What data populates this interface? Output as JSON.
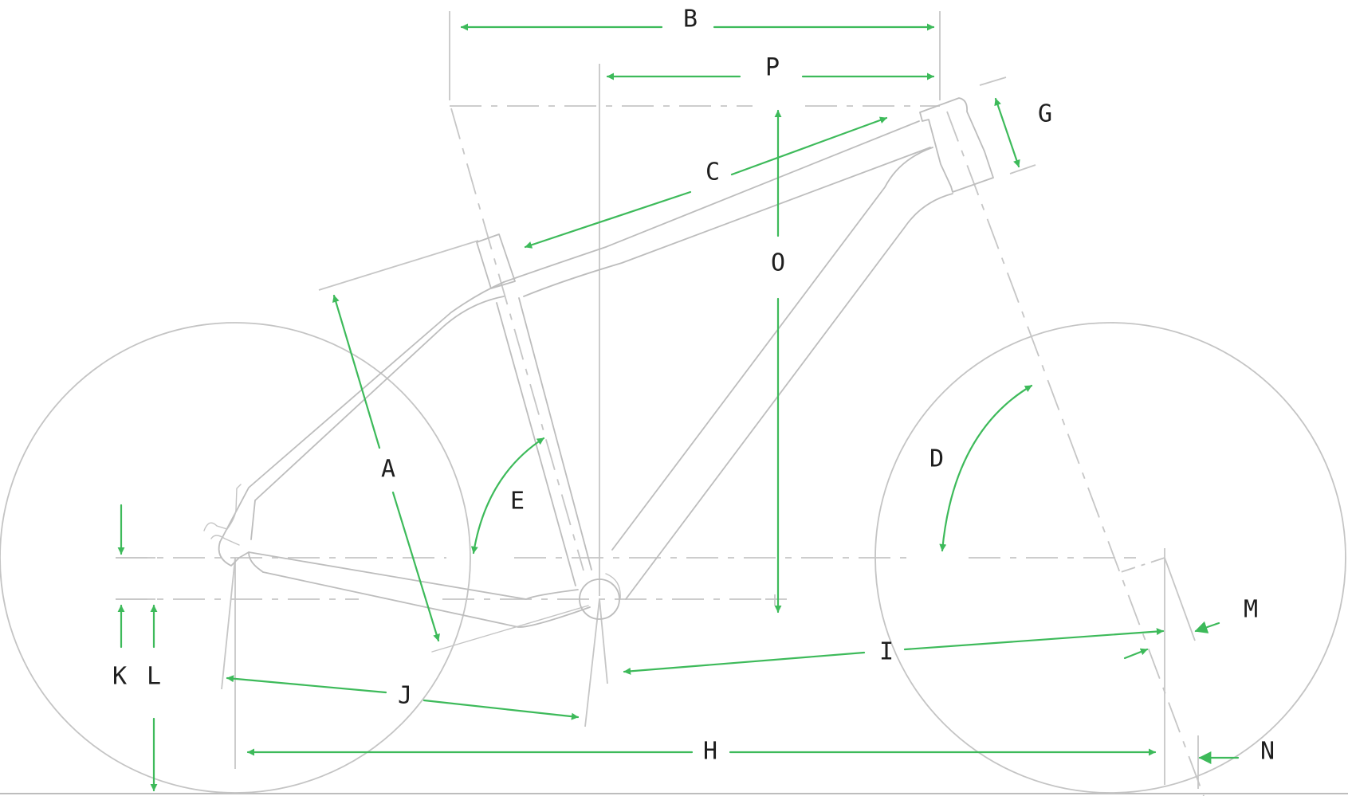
{
  "diagram": {
    "type": "bicycle-frame-geometry",
    "colors": {
      "dimension_arrows": "#3dba5a",
      "frame_lines": "#bdbdbd",
      "guide_lines": "#c6c6c6",
      "labels": "#1e1e1e",
      "background": "#ffffff"
    },
    "labels": {
      "A": "A",
      "B": "B",
      "C": "C",
      "D": "D",
      "E": "E",
      "G": "G",
      "H": "H",
      "I": "I",
      "J": "J",
      "K": "K",
      "L": "L",
      "M": "M",
      "N": "N",
      "O": "O",
      "P": "P"
    }
  }
}
